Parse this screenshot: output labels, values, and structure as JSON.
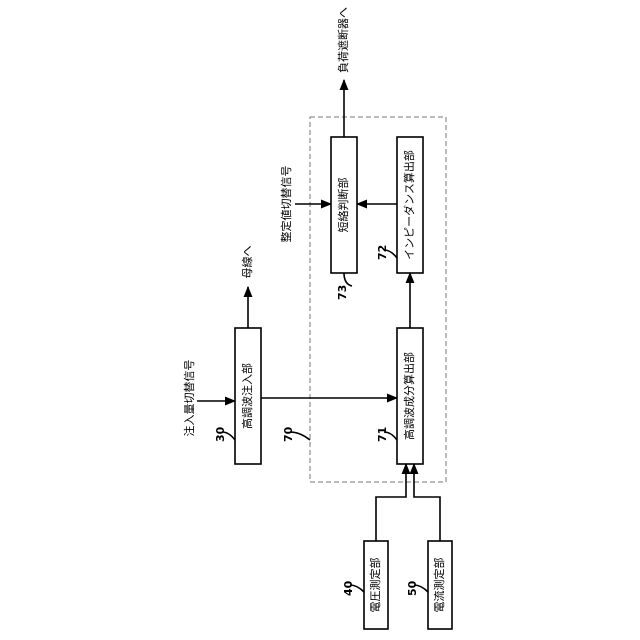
{
  "blocks": {
    "injection": {
      "ref": "30",
      "label": "高調波注入部"
    },
    "calc": {
      "ref": "71",
      "label": "高調波成分算出部"
    },
    "impedance": {
      "ref": "72",
      "label": "インピーダンス算出部"
    },
    "judge": {
      "ref": "73",
      "label": "短絡判断部"
    },
    "voltage": {
      "ref": "40",
      "label": "電圧測定部"
    },
    "current": {
      "ref": "50",
      "label": "電流測定部"
    }
  },
  "group": {
    "ref": "70"
  },
  "signals": {
    "injection_switch": "注入量切替信号",
    "setting_switch": "整定値切替信号",
    "to_bus": "母線へ",
    "to_breaker": "負荷遮断器へ"
  },
  "colors": {
    "line": "#000000",
    "dashed_frame": "#777777"
  }
}
